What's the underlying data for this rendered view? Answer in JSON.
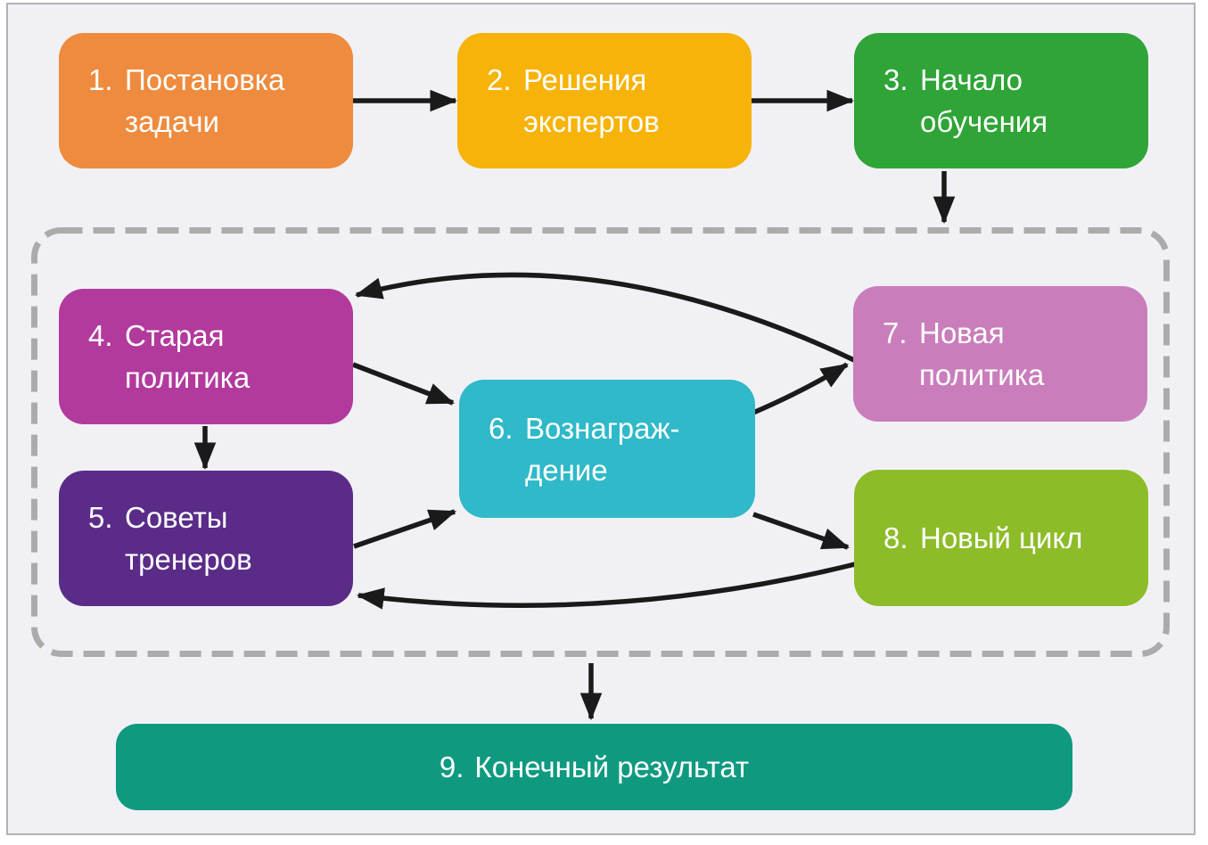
{
  "diagram": {
    "type": "flowchart",
    "language": "ru",
    "background_color": "#f1f1f5",
    "frame_border_color": "#b3b3b6",
    "dashed_container_color": "#ababab",
    "arrow_color": "#1a1a1a",
    "nodes": [
      {
        "id": "1",
        "num": "1.",
        "label": "Постановка\nзадачи",
        "color": "#ee8b3e"
      },
      {
        "id": "2",
        "num": "2.",
        "label": "Решения\nэкспертов",
        "color": "#f7b30a"
      },
      {
        "id": "3",
        "num": "3.",
        "label": "Начало\nобучения",
        "color": "#2fa437"
      },
      {
        "id": "4",
        "num": "4.",
        "label": "Старая\nполитика",
        "color": "#b23a9d"
      },
      {
        "id": "5",
        "num": "5.",
        "label": "Советы\nтренеров",
        "color": "#5a2c88"
      },
      {
        "id": "6",
        "num": "6.",
        "label": "Вознаграж-\nдение",
        "color": "#2fb9c9"
      },
      {
        "id": "7",
        "num": "7.",
        "label": "Новая\nполитика",
        "color": "#c97ebb"
      },
      {
        "id": "8",
        "num": "8.",
        "label": "Новый цикл",
        "color": "#8dbc29"
      },
      {
        "id": "9",
        "num": "9.",
        "label": "Конечный результат",
        "color": "#0f9a80"
      }
    ],
    "edges": [
      {
        "from": "1",
        "to": "2"
      },
      {
        "from": "2",
        "to": "3"
      },
      {
        "from": "3",
        "to": "training-loop"
      },
      {
        "from": "7",
        "to": "4"
      },
      {
        "from": "4",
        "to": "6"
      },
      {
        "from": "4",
        "to": "5"
      },
      {
        "from": "5",
        "to": "6"
      },
      {
        "from": "6",
        "to": "7"
      },
      {
        "from": "6",
        "to": "8"
      },
      {
        "from": "8",
        "to": "5"
      },
      {
        "from": "training-loop",
        "to": "9"
      }
    ]
  }
}
